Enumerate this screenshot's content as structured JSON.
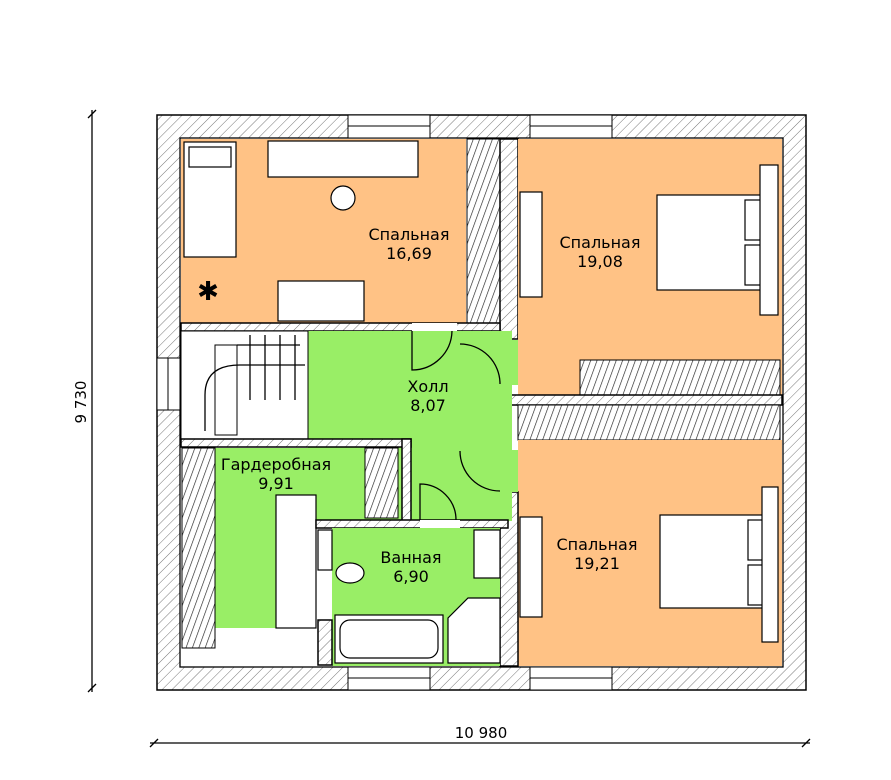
{
  "colors": {
    "bedroom": "#FFC285",
    "wet_zone": "#99EE66",
    "wall": "#ffffff",
    "line": "#000000"
  },
  "rooms": [
    {
      "name": "Спальная",
      "area": "16,69"
    },
    {
      "name": "Спальная",
      "area": "19,08"
    },
    {
      "name": "Холл",
      "area": "8,07"
    },
    {
      "name": "Гардеробная",
      "area": "9,91"
    },
    {
      "name": "Ванная",
      "area": "6,90"
    },
    {
      "name": "Спальная",
      "area": "19,21"
    }
  ],
  "dimensions": {
    "height": "9 730",
    "width": "10 980"
  }
}
